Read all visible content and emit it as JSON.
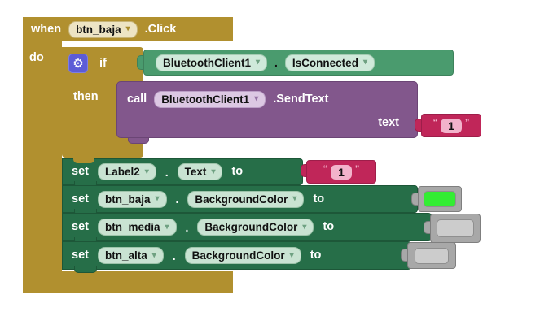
{
  "palette": {
    "canvas_bg": "#FFFFFF",
    "event_gold": "#B1902F",
    "setter_green": "#266E48",
    "getter_green": "#4A9B6E",
    "method_purple": "#82578C",
    "text_pink": "#C02659",
    "color_block_gray": "#A8A8A8"
  },
  "glyphs": {
    "dropdown_arrow": "▾",
    "gear": "⚙",
    "open_quote": "“",
    "close_quote": "”"
  },
  "when_block": {
    "keyword": "when",
    "component": "btn_baja",
    "event": ".Click",
    "do_label": "do"
  },
  "if_block": {
    "if_label": "if",
    "then_label": "then"
  },
  "condition_block": {
    "component": "BluetoothClient1",
    "dot": ".",
    "property": "IsConnected"
  },
  "call_block": {
    "keyword": "call",
    "component": "BluetoothClient1",
    "method": ".SendText",
    "param_label": "text",
    "param_value": "1"
  },
  "set_blocks": [
    {
      "keyword": "set",
      "component": "Label2",
      "dot": ".",
      "property": "Text",
      "to_label": "to",
      "value": "1"
    },
    {
      "keyword": "set",
      "component": "btn_baja",
      "dot": ".",
      "property": "BackgroundColor",
      "to_label": "to",
      "color": "#33ED33"
    },
    {
      "keyword": "set",
      "component": "btn_media",
      "dot": ".",
      "property": "BackgroundColor",
      "to_label": "to",
      "color": "#CCCCCC"
    },
    {
      "keyword": "set",
      "component": "btn_alta",
      "dot": ".",
      "property": "BackgroundColor",
      "to_label": "to",
      "color": "#CCCCCC"
    }
  ]
}
